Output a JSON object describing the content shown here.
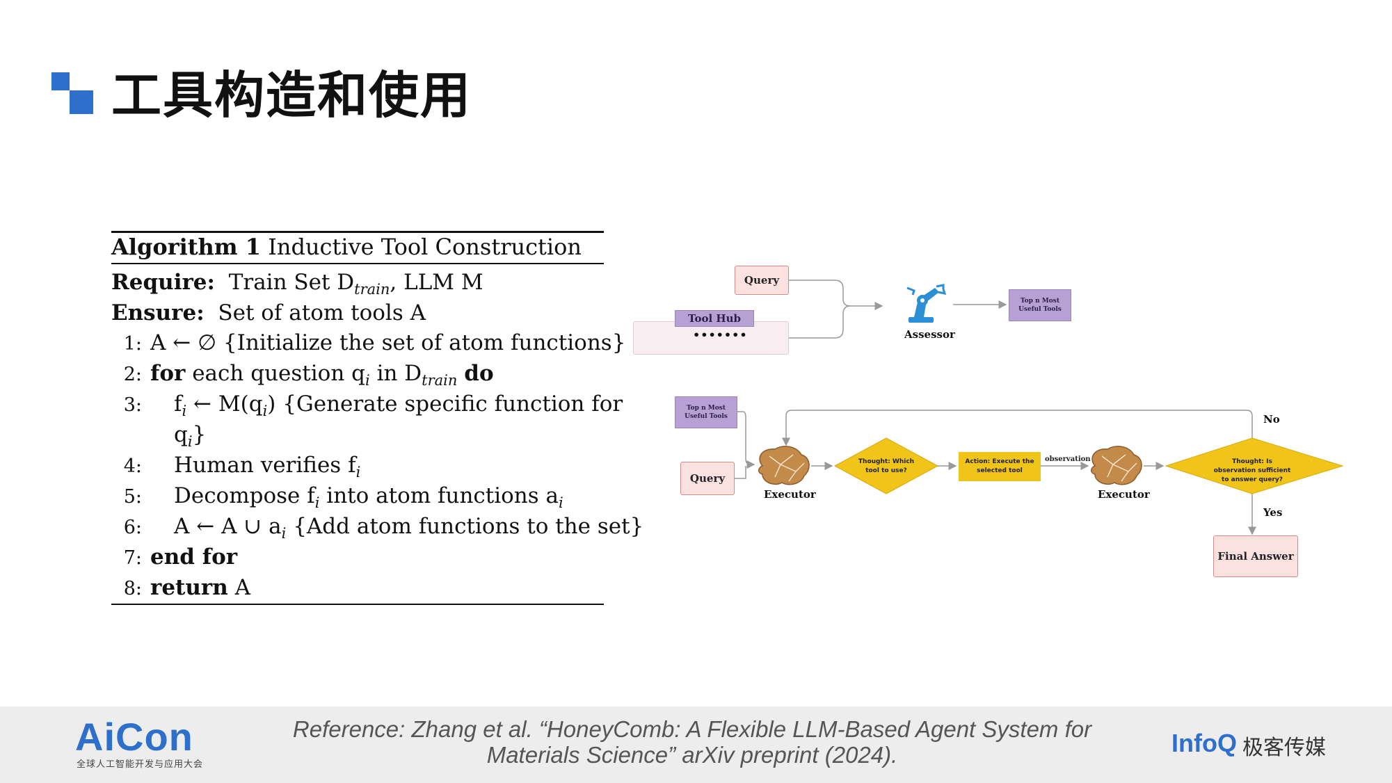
{
  "title": "工具构造和使用",
  "algorithm": {
    "header_bold": "Algorithm 1",
    "header_rest": " Inductive Tool Construction",
    "require_label": "Require:",
    "require_text": "Train Set D",
    "require_sub": "train",
    "require_tail": ", LLM M",
    "ensure_label": "Ensure:",
    "ensure_text": "Set of atom tools A",
    "lines": [
      {
        "num": "1:",
        "text": "A ← ∅ {Initialize the set of atom functions}"
      },
      {
        "num": "2:",
        "text": "for each question q",
        "sub": "i",
        "mid": " in D",
        "sub2": "train",
        "tail": " do"
      },
      {
        "num": "3:",
        "text": "f",
        "sub": "i",
        "tail": " ← M(q",
        "sub2": "i",
        "tail2": ") {Generate specific function for"
      },
      {
        "num": "",
        "text": "q",
        "sub": "i",
        "tail": "}"
      },
      {
        "num": "4:",
        "text": "Human verifies f",
        "sub": "i"
      },
      {
        "num": "5:",
        "text": "Decompose f",
        "sub": "i",
        "tail": " into atom functions a",
        "sub2": "i"
      },
      {
        "num": "6:",
        "text": "A ← A ∪ a",
        "sub": "i",
        "tail": " {Add atom functions to the set}"
      },
      {
        "num": "7:",
        "text": "end for"
      },
      {
        "num": "8:",
        "text": "return",
        "tail": " A"
      }
    ]
  },
  "diagram": {
    "query_top": "Query",
    "tool_hub": "Tool Hub",
    "tool_hub_dots": "•••••••",
    "assessor": "Assessor",
    "top_n_1": "Top n Most Useful Tools",
    "top_n_2": "Top n Most Useful Tools",
    "query_bottom": "Query",
    "executor_1": "Executor",
    "thought_1": "Thought: Which tool to use?",
    "action": "Action: Execute the selected tool",
    "observation": "observation",
    "executor_2": "Executor",
    "thought_2": "Thought: Is observation sufficient to answer query?",
    "no": "No",
    "yes": "Yes",
    "final_answer": "Final Answer"
  },
  "footer": {
    "logo": "AiCon",
    "logo_sub": "全球人工智能开发与应用大会",
    "reference_line1": "Reference: Zhang et al. “HoneyComb: A Flexible LLM-Based Agent System for",
    "reference_line2": "Materials Science” arXiv preprint (2024).",
    "infoq": "InfoQ",
    "jike": "极客传媒"
  },
  "colors": {
    "accent": "#2e6fcb",
    "pink_box": "#fbe2e0",
    "purple_box": "#b7a1d4",
    "diamond": "#f0c419",
    "brain": "#c48a4a"
  }
}
